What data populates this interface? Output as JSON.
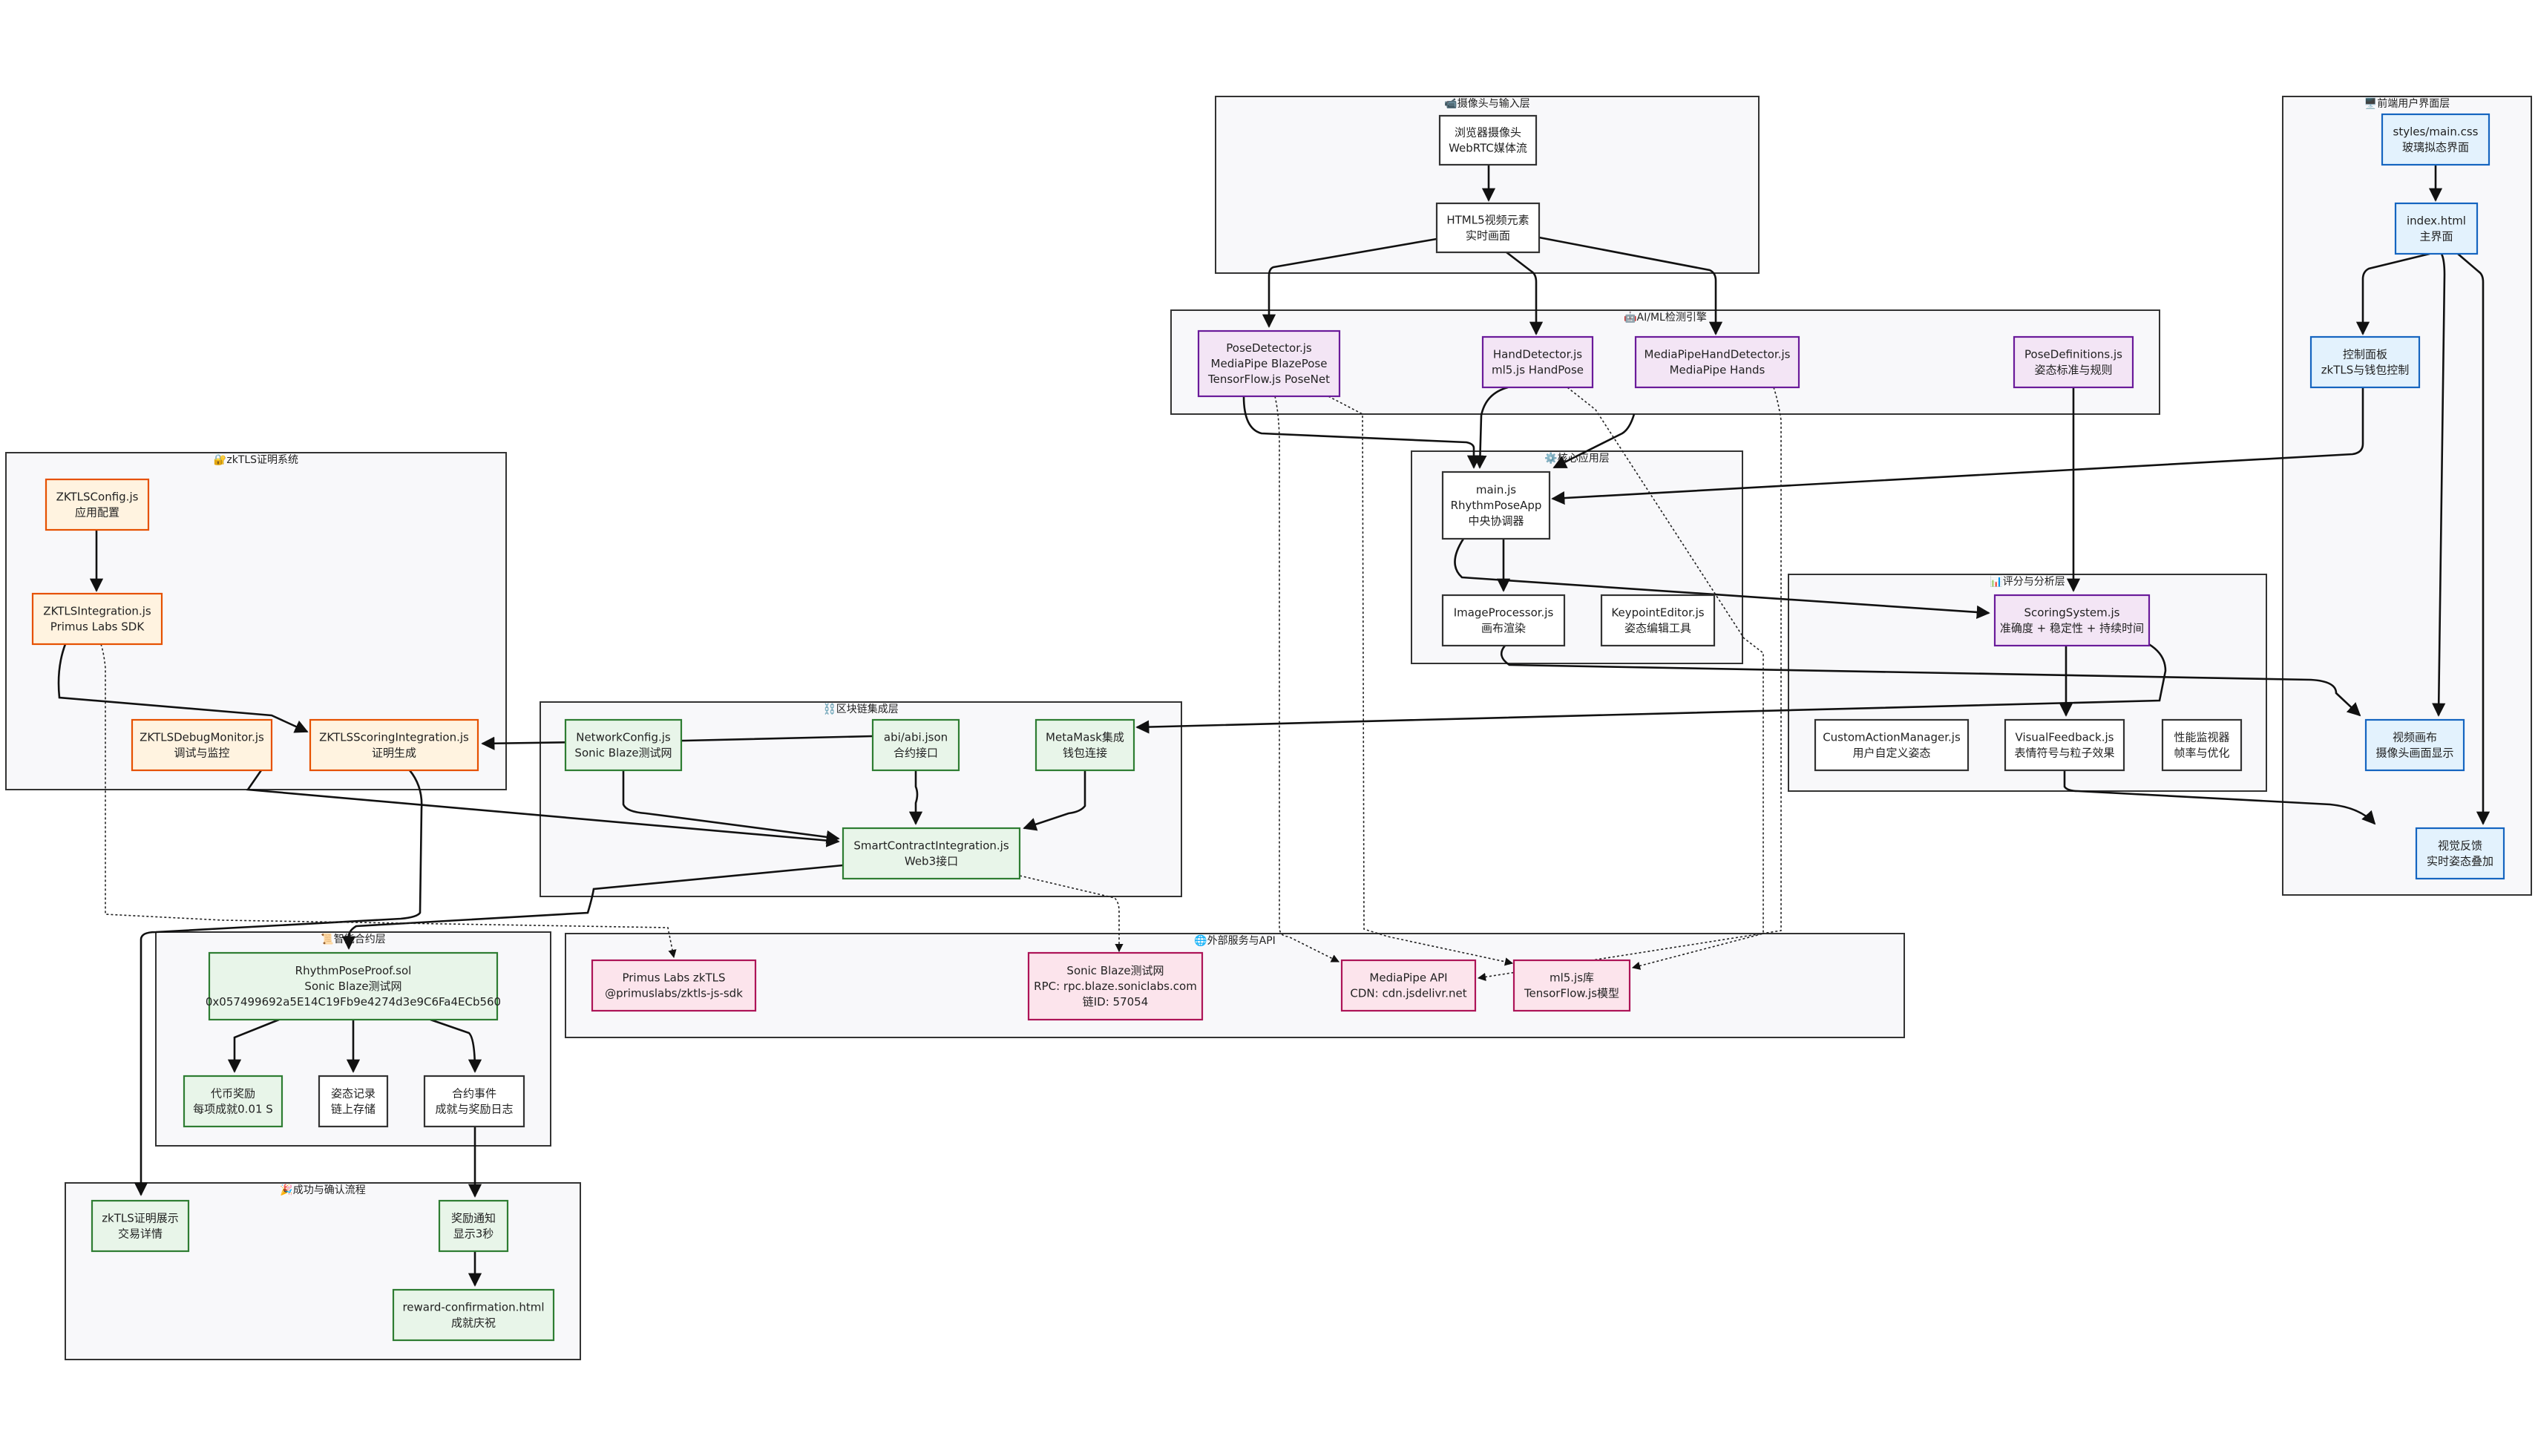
{
  "colors": {
    "default": {
      "fill": "#ffffff",
      "stroke": "#333333"
    },
    "blue": {
      "fill": "#e3f2fd",
      "stroke": "#1565c0"
    },
    "purple": {
      "fill": "#f3e5f5",
      "stroke": "#6a1b9a"
    },
    "orange": {
      "fill": "#fff3e0",
      "stroke": "#e65100"
    },
    "green": {
      "fill": "#e8f5e9",
      "stroke": "#2e7d32"
    },
    "pink": {
      "fill": "#fce4ec",
      "stroke": "#ad1457"
    }
  },
  "groups": {
    "camera": "📹摄像头与输入层",
    "frontend": "🖥️前端用户界面层",
    "aiml": "🤖AI/ML检测引擎",
    "core": "⚙️核心应用层",
    "zktls": "🔐zkTLS证明系统",
    "scoring": "📊评分与分析层",
    "blockchain": "⛓️区块链集成层",
    "contract": "📜智能合约层",
    "external": "🌐外部服务与API",
    "success": "🎉成功与确认流程"
  },
  "nodes": {
    "browser_camera": [
      "浏览器摄像头",
      "WebRTC媒体流"
    ],
    "html5_video": [
      "HTML5视频元素",
      "实时画面"
    ],
    "styles_css": [
      "styles/main.css",
      "玻璃拟态界面"
    ],
    "index_html": [
      "index.html",
      "主界面"
    ],
    "control_panel": [
      "控制面板",
      "zkTLS与钱包控制"
    ],
    "video_canvas": [
      "视频画布",
      "摄像头画面显示"
    ],
    "visual_feedback_ui": [
      "视觉反馈",
      "实时姿态叠加"
    ],
    "pose_detector": [
      "PoseDetector.js",
      "MediaPipe BlazePose",
      "TensorFlow.js PoseNet"
    ],
    "hand_detector": [
      "HandDetector.js",
      "ml5.js HandPose"
    ],
    "mp_hand_detector": [
      "MediaPipeHandDetector.js",
      "MediaPipe Hands"
    ],
    "pose_definitions": [
      "PoseDefinitions.js",
      "姿态标准与规则"
    ],
    "main_js": [
      "main.js",
      "RhythmPoseApp",
      "中央协调器"
    ],
    "image_processor": [
      "ImageProcessor.js",
      "画布渲染"
    ],
    "keypoint_editor": [
      "KeypointEditor.js",
      "姿态编辑工具"
    ],
    "zktls_config": [
      "ZKTLSConfig.js",
      "应用配置"
    ],
    "zktls_integration": [
      "ZKTLSIntegration.js",
      "Primus Labs SDK"
    ],
    "zktls_debug": [
      "ZKTLSDebugMonitor.js",
      "调试与监控"
    ],
    "zktls_scoring": [
      "ZKTLSScoringIntegration.js",
      "证明生成"
    ],
    "scoring_system": [
      "ScoringSystem.js",
      "准确度 + 稳定性 + 持续时间"
    ],
    "custom_action": [
      "CustomActionManager.js",
      "用户自定义姿态"
    ],
    "visual_feedback_js": [
      "VisualFeedback.js",
      "表情符号与粒子效果"
    ],
    "perf_monitor": [
      "性能监视器",
      "帧率与优化"
    ],
    "network_config": [
      "NetworkConfig.js",
      "Sonic Blaze测试网"
    ],
    "abi_json": [
      "abi/abi.json",
      "合约接口"
    ],
    "metamask": [
      "MetaMask集成",
      "钱包连接"
    ],
    "smart_contract": [
      "SmartContractIntegration.js",
      "Web3接口"
    ],
    "rhythm_proof": [
      "RhythmPoseProof.sol",
      "Sonic Blaze测试网",
      "0x057499692a5E14C19Fb9e4274d3e9C6Fa4ECb560"
    ],
    "token_reward": [
      "代币奖励",
      "每项成就0.01 S"
    ],
    "pose_record": [
      "姿态记录",
      "链上存储"
    ],
    "contract_events": [
      "合约事件",
      "成就与奖励日志"
    ],
    "primus_sdk": [
      "Primus Labs zkTLS",
      "@primuslabs/zktls-js-sdk"
    ],
    "sonic_blaze": [
      "Sonic Blaze测试网",
      "RPC: rpc.blaze.soniclabs.com",
      "链ID: 57054"
    ],
    "mediapipe_api": [
      "MediaPipe API",
      "CDN: cdn.jsdelivr.net"
    ],
    "ml5_lib": [
      "ml5.js库",
      "TensorFlow.js模型"
    ],
    "zktls_proof_display": [
      "zkTLS证明展示",
      "交易详情"
    ],
    "reward_notice": [
      "奖励通知",
      "显示3秒"
    ],
    "reward_confirmation": [
      "reward-confirmation.html",
      "成就庆祝"
    ]
  }
}
